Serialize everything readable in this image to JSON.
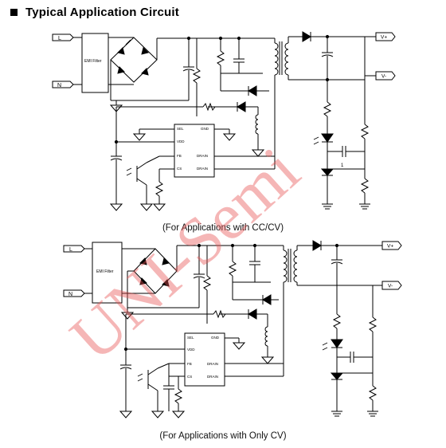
{
  "heading": {
    "title": "Typical Application Circuit"
  },
  "labels": {
    "line": "L",
    "neutral": "N",
    "emi_filter": "EMI Filter",
    "vout_pos": "V+",
    "vout_neg": "V-",
    "pin_sel": "SEL",
    "pin_vdd": "VDD",
    "pin_fb": "FB",
    "pin_cs": "CS",
    "pin_gnd": "GND",
    "pin_drain1": "DRAIN",
    "pin_drain2": "DRAIN",
    "reference_pin": "1"
  },
  "captions": {
    "cc_cv": "(For Applications with CC/CV)",
    "only_cv": "(For Applications with Only CV)"
  },
  "watermark": "UNI-Semi"
}
